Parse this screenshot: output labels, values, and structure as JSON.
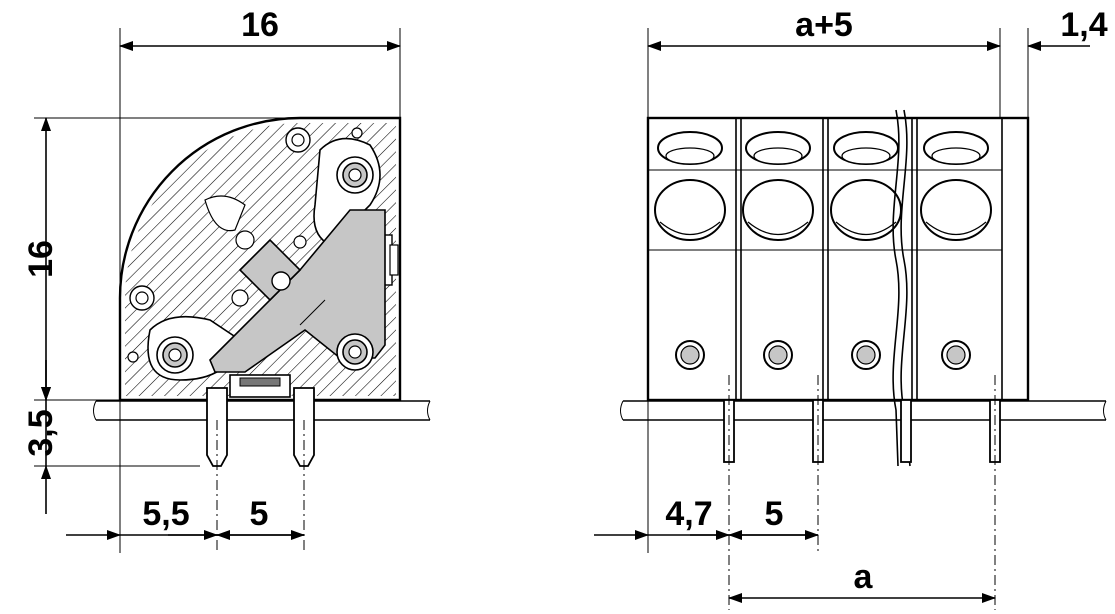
{
  "left_view": {
    "width_label": "16",
    "height_label": "16",
    "pin_length_label": "3,5",
    "first_pin_offset_label": "5,5",
    "pin_pitch_label": "5"
  },
  "right_view": {
    "overall_width_label": "a+5",
    "end_gap_label": "1,4",
    "first_pin_offset_label": "4,7",
    "pin_pitch_label": "5",
    "pin_span_label": "a"
  }
}
